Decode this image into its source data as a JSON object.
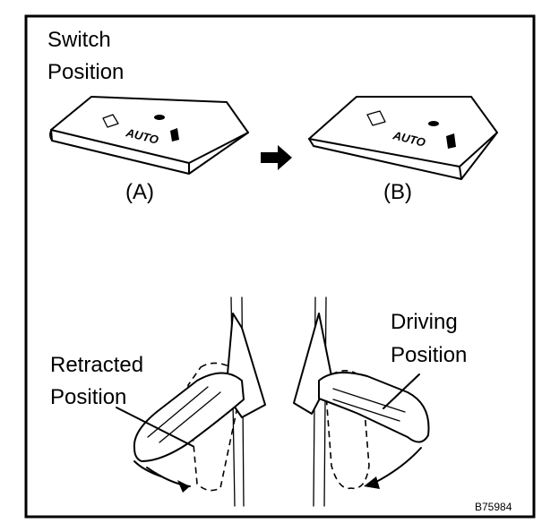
{
  "labels": {
    "switch_position_line1": "Switch",
    "switch_position_line2": "Position",
    "state_a": "(A)",
    "state_b": "(B)",
    "retracted_line1": "Retracted",
    "retracted_line2": "Position",
    "driving_line1": "Driving",
    "driving_line2": "Position",
    "figure_code": "B75984"
  },
  "switch": {
    "text": "AUTO"
  }
}
